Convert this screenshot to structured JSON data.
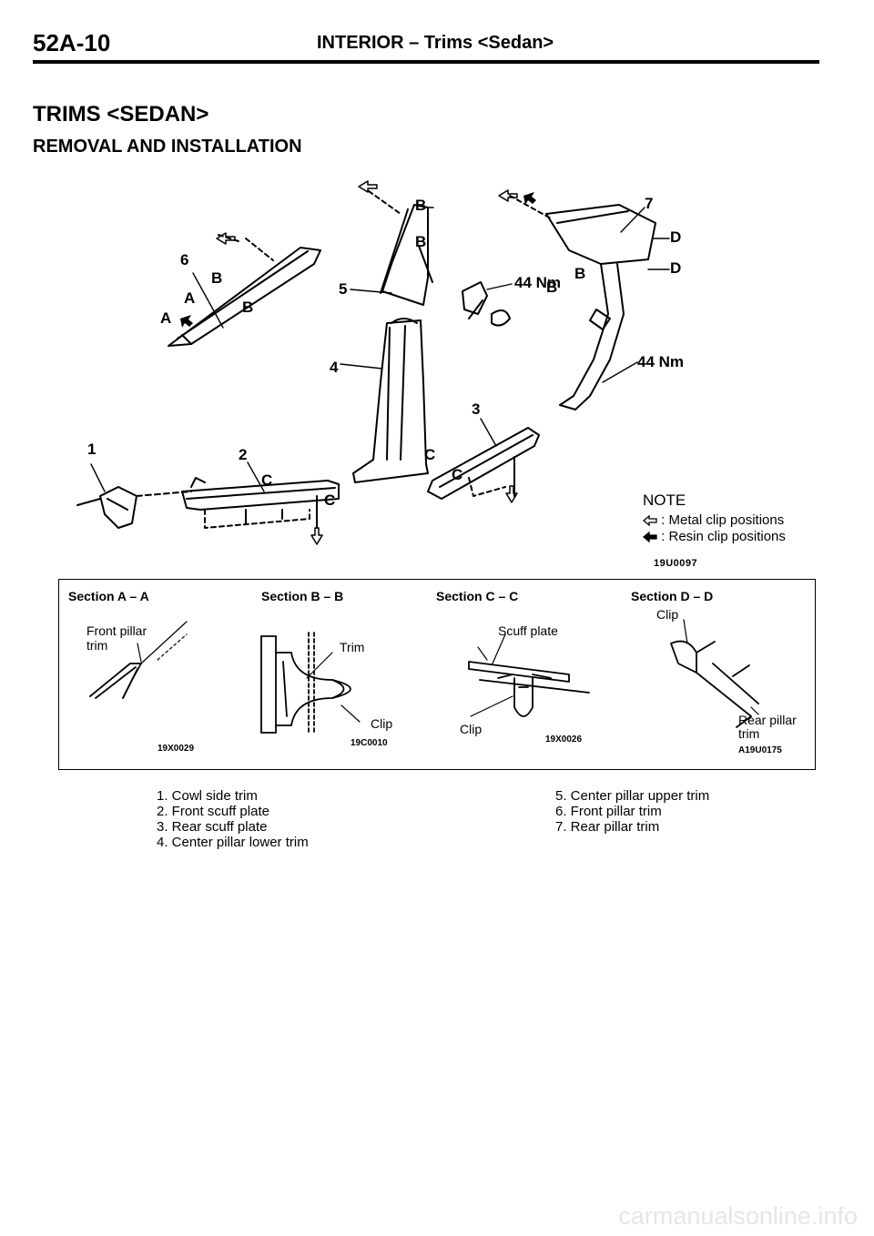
{
  "header": {
    "code": "52A-10",
    "title": "INTERIOR  –  Trims <Sedan>"
  },
  "title": "TRIMS <SEDAN>",
  "subtitle": "REMOVAL AND INSTALLATION",
  "callouts": {
    "n1": "1",
    "n2": "2",
    "n3": "3",
    "n4": "4",
    "n5": "5",
    "n6": "6",
    "n7": "7",
    "a": "A",
    "b": "B",
    "c": "C",
    "d": "D",
    "torque1": "44 Nm",
    "torque2": "44 Nm"
  },
  "note": {
    "title": "NOTE",
    "metal": ": Metal clip positions",
    "resin": ": Resin clip positions"
  },
  "diagram_code": "19U0097",
  "sections": {
    "aa": {
      "heading": "Section A – A",
      "label1": "Front pillar",
      "label2": "trim",
      "code": "19X0029"
    },
    "bb": {
      "heading": "Section B – B",
      "label1": "Trim",
      "label2": "Clip",
      "code": "19C0010"
    },
    "cc": {
      "heading": "Section C – C",
      "label1": "Scuff plate",
      "label2": "Clip",
      "code": "19X0026"
    },
    "dd": {
      "heading": "Section D – D",
      "label1": "Clip",
      "label2": "Rear pillar",
      "label3": "trim",
      "code": "A19U0175"
    }
  },
  "parts_left": [
    "1. Cowl side trim",
    "2. Front scuff plate",
    "3. Rear scuff plate",
    "4. Center pillar lower trim"
  ],
  "parts_right": [
    "5. Center pillar upper trim",
    "6. Front pillar trim",
    "7. Rear pillar trim"
  ],
  "watermark": "carmanualsonline.info"
}
